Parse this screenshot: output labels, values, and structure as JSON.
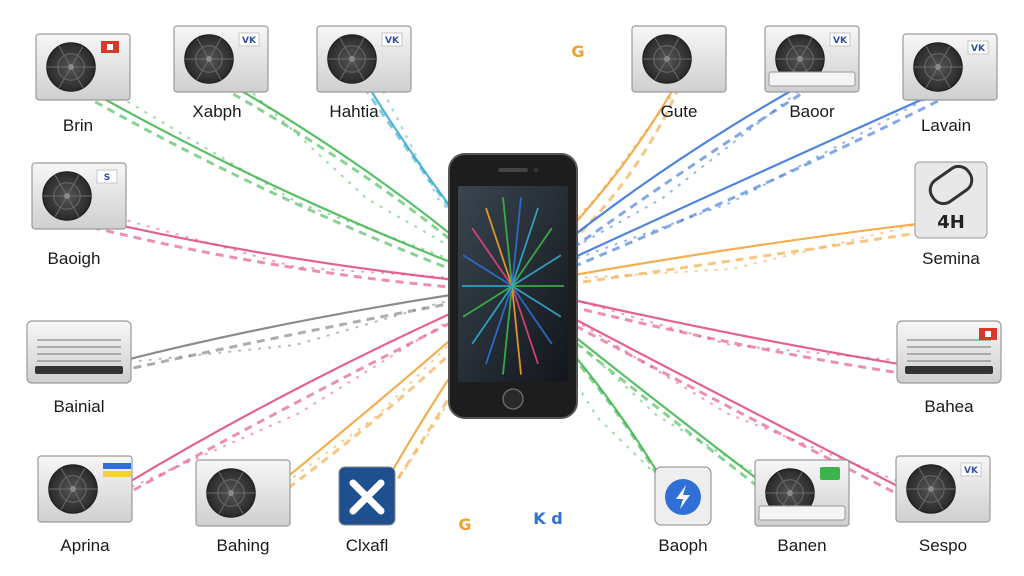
{
  "colors": {
    "green": "#3cb44b",
    "blue": "#2f6fd6",
    "teal": "#33aacc",
    "pink": "#e0457b",
    "orange": "#f0a030",
    "gray": "#777777",
    "phone": "#1f1f1f",
    "screen": "#20262e"
  },
  "devices": [
    {
      "label": "Brin",
      "kind": "outdoor",
      "badge": "flag-red",
      "badge_text": ""
    },
    {
      "label": "Xabph",
      "kind": "outdoor",
      "badge": "logo-vk",
      "badge_text": "VK"
    },
    {
      "label": "Hahtia",
      "kind": "outdoor",
      "badge": "logo-vk",
      "badge_text": "VK"
    },
    {
      "label": "Gute",
      "kind": "outdoor",
      "badge": "none",
      "badge_text": ""
    },
    {
      "label": "Baoor",
      "kind": "combo",
      "badge": "logo-vk",
      "badge_text": "VK"
    },
    {
      "label": "Lavain",
      "kind": "outdoor",
      "badge": "logo-vk",
      "badge_text": "VK"
    },
    {
      "label": "Baoigh",
      "kind": "outdoor",
      "badge": "logo-s",
      "badge_text": "S"
    },
    {
      "label": "Semina",
      "kind": "icon-box",
      "badge": "logo-4h",
      "badge_text": "4H"
    },
    {
      "label": "Bainial",
      "kind": "indoor",
      "badge": "none",
      "badge_text": ""
    },
    {
      "label": "Bahea",
      "kind": "indoor",
      "badge": "flag-red",
      "badge_text": ""
    },
    {
      "label": "Aprina",
      "kind": "outdoor",
      "badge": "stripes",
      "badge_text": ""
    },
    {
      "label": "Bahing",
      "kind": "outdoor",
      "badge": "none",
      "badge_text": ""
    },
    {
      "label": "Clxafl",
      "kind": "app-icon",
      "badge": "x-icon",
      "badge_text": ""
    },
    {
      "label": "Baoph",
      "kind": "app-icon",
      "badge": "bolt-icon",
      "badge_text": ""
    },
    {
      "label": "Banen",
      "kind": "combo",
      "badge": "logo-green",
      "badge_text": ""
    },
    {
      "label": "Sespo",
      "kind": "outdoor",
      "badge": "logo-vk",
      "badge_text": "VK"
    }
  ],
  "floating_marks": {
    "top": "G",
    "bottom_left": "G",
    "bottom_right": "K d"
  }
}
